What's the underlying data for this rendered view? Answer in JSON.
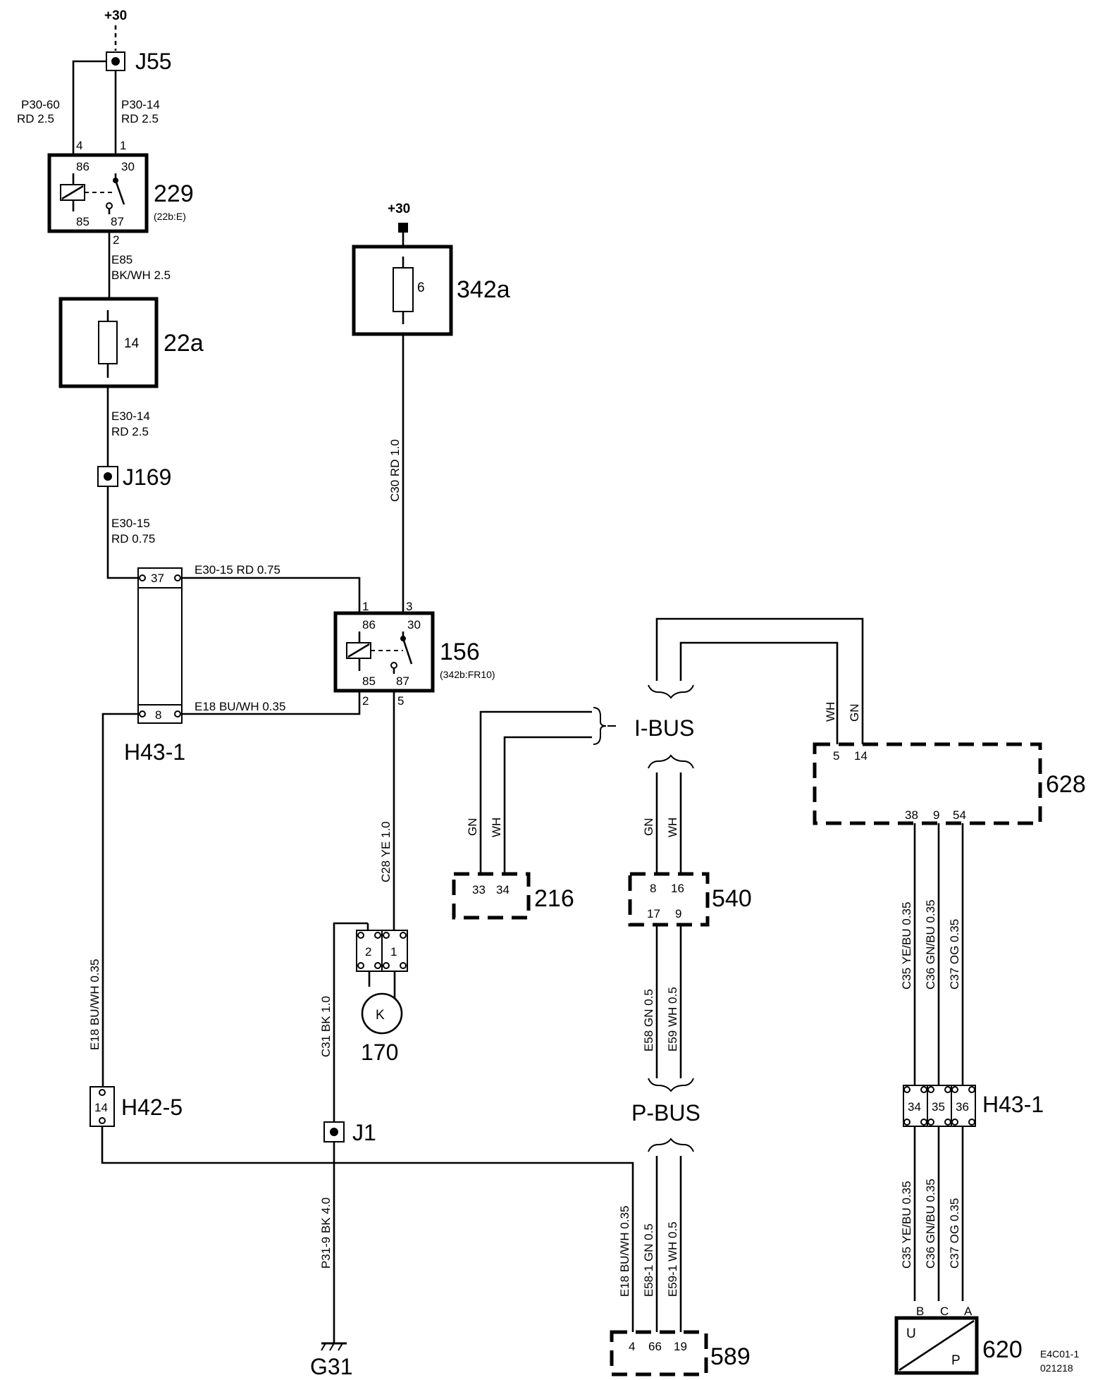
{
  "supply": {
    "top": "+30",
    "mid": "+30"
  },
  "components": {
    "j55": "J55",
    "j169": "J169",
    "j1": "J1",
    "relay229": {
      "id": "229",
      "ref": "(22b:E)",
      "pins": [
        "86",
        "30",
        "85",
        "87"
      ],
      "outer": [
        "4",
        "1",
        "2"
      ]
    },
    "fuse22a": {
      "id": "22a",
      "fuse": "14"
    },
    "fuse342a": {
      "id": "342a",
      "fuse": "6"
    },
    "relay156": {
      "id": "156",
      "ref": "(342b:FR10)",
      "pins": [
        "86",
        "30",
        "85",
        "87"
      ],
      "outer": [
        "1",
        "3",
        "2",
        "5"
      ]
    },
    "h43_left": {
      "id": "H43-1",
      "pins": [
        "37",
        "8"
      ]
    },
    "h42_5": {
      "id": "H42-5",
      "pin": "14"
    },
    "motor170": {
      "id": "170",
      "pins": [
        "2",
        "1"
      ],
      "symbol": "K"
    },
    "ground": "G31",
    "c216": {
      "id": "216",
      "pins": [
        "33",
        "34"
      ]
    },
    "c540": {
      "id": "540",
      "pins": [
        "8",
        "16",
        "17",
        "9"
      ]
    },
    "c628": {
      "id": "628",
      "pins_top": [
        "5",
        "14"
      ],
      "pins_bottom": [
        "38",
        "9",
        "54"
      ]
    },
    "h43_right": {
      "id": "H43-1",
      "pins": [
        "34",
        "35",
        "36"
      ]
    },
    "c589": {
      "id": "589",
      "pins": [
        "4",
        "66",
        "19"
      ]
    },
    "sensor620": {
      "id": "620",
      "pins": [
        "B",
        "C",
        "A"
      ],
      "u": "U",
      "p": "P"
    }
  },
  "buses": {
    "ibus": "I-BUS",
    "pbus": "P-BUS"
  },
  "wires": {
    "p30_60": [
      "P30-60",
      "RD  2.5"
    ],
    "p30_14": [
      "P30-14",
      "RD   2.5"
    ],
    "e85": [
      "E85",
      "BK/WH   2.5"
    ],
    "e30_14": [
      "E30-14",
      "RD   2.5"
    ],
    "e30_15v": [
      "E30-15",
      "RD   0.75"
    ],
    "e30_15h": "E30-15     RD    0.75",
    "e18h": "E18    BU/WH 0.35",
    "c30": "C30   RD   1.0",
    "c28": "C28   YE   1.0",
    "c31": "C31   BK   1.0",
    "e18v": "E18   BU/WH 0.35",
    "p31_9": "P31-9   BK   4.0",
    "gn": "GN",
    "wh": "WH",
    "e58": "E58   GN   0.5",
    "e59": "E59   WH   0.5",
    "e18b": "E18   BU/WH   0.35",
    "e58_1": "E58-1  GN  0.5",
    "e59_1": "E59-1   WH   0.5",
    "c35": "C35   YE/BU 0.35",
    "c36": "C36   GN/BU 0.35",
    "c37": "C37   OG   0.35"
  },
  "footer": {
    "code": "E4C01-1",
    "date": "021218"
  }
}
